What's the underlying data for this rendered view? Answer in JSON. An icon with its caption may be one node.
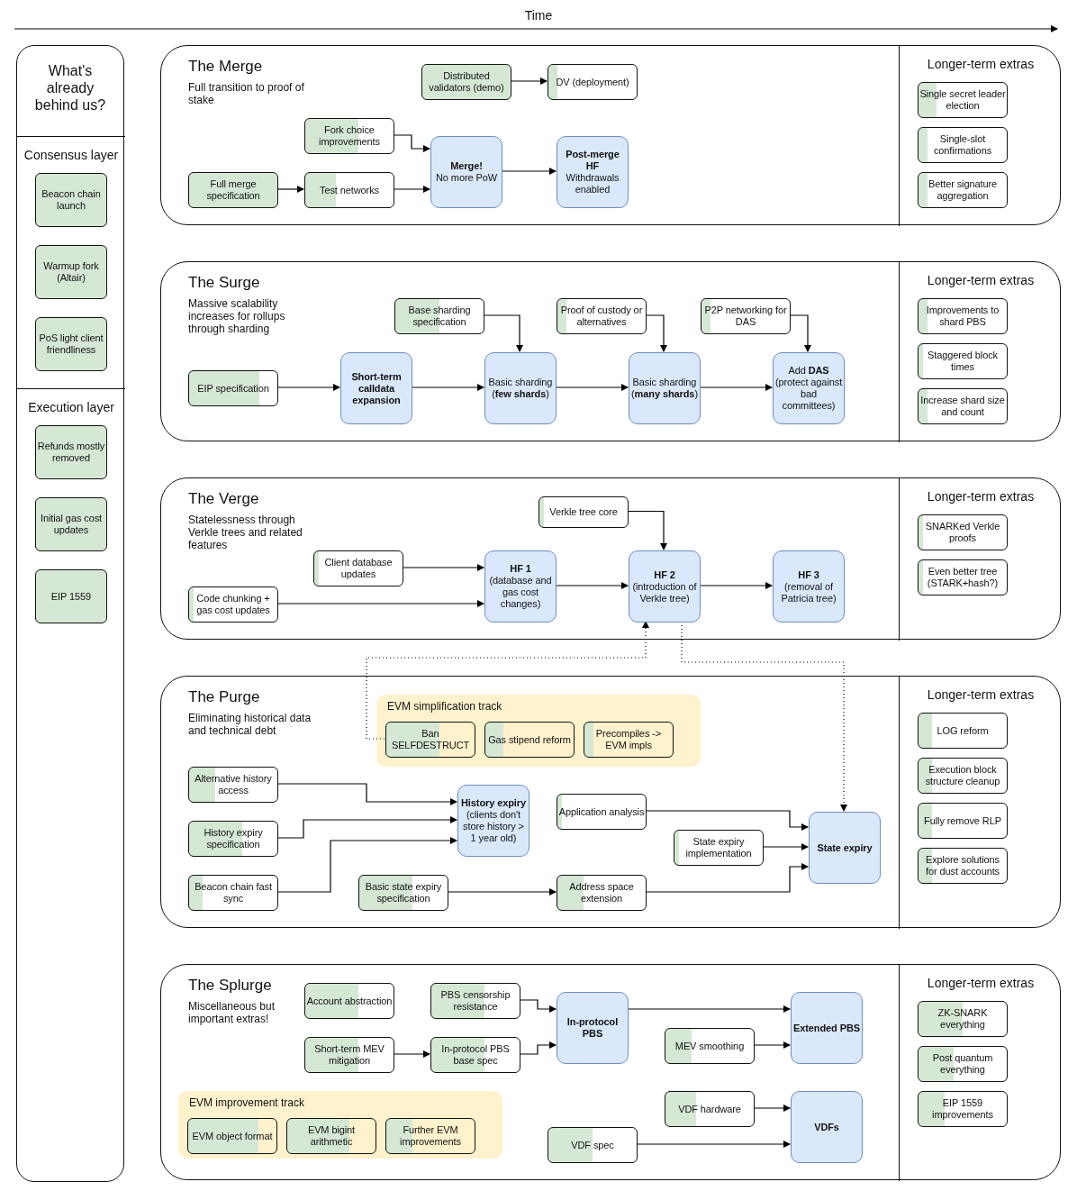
{
  "diagram": {
    "nodes": [
      {
        "text": [
          "What's already behind us?"
        ]
      },
      {
        "text": [
          "Consensus layer"
        ],
        "in": 0
      },
      {
        "text": [
          "Beacon chain launch"
        ],
        "in": 1
      },
      {
        "text": [
          "Warmup fork (Altair)"
        ],
        "in": 1
      },
      {
        "text": [
          "PoS light client friendliness"
        ],
        "in": 1
      },
      {
        "text": [
          "Execution layer"
        ],
        "in": 0
      },
      {
        "text": [
          "Refunds mostly removed"
        ],
        "in": 5
      },
      {
        "text": [
          "Initial gas cost updates"
        ],
        "in": 5
      },
      {
        "text": [
          "EIP 1559"
        ],
        "in": 5
      },
      {
        "text": [
          "The Merge",
          "Full transition to proof of stake"
        ]
      },
      {
        "text": [
          "Distributed validators (demo)"
        ],
        "in": 9
      },
      {
        "text": [
          "DV (deployment)"
        ],
        "in": 9
      },
      {
        "text": [
          "Fork choice improvements"
        ],
        "in": 9
      },
      {
        "text": [
          "Full merge specification"
        ],
        "in": 9
      },
      {
        "text": [
          "Test networks"
        ],
        "in": 9
      },
      {
        "text": [
          "Merge!",
          "No more PoW"
        ],
        "in": 9
      },
      {
        "text": [
          "Post-merge HF",
          "Withdrawals enabled"
        ],
        "in": 9
      },
      {
        "text": [
          "Longer-term extras"
        ],
        "in": 9
      },
      {
        "text": [
          "Single secret leader election"
        ],
        "in": 17
      },
      {
        "text": [
          "Single-slot confirmations"
        ],
        "in": 17
      },
      {
        "text": [
          "Better signature aggregation"
        ],
        "in": 17
      },
      {
        "text": [
          "The Surge",
          "Massive scalability increases for rollups through sharding"
        ]
      },
      {
        "text": [
          "Base sharding specification"
        ],
        "in": 21
      },
      {
        "text": [
          "Proof of custody or alternatives"
        ],
        "in": 21
      },
      {
        "text": [
          "P2P networking for DAS"
        ],
        "in": 21
      },
      {
        "text": [
          "EIP specification"
        ],
        "in": 21
      },
      {
        "text": [
          "Short-term calldata expansion"
        ],
        "in": 21
      },
      {
        "text": [
          "Basic sharding (**few shards**)"
        ],
        "in": 21
      },
      {
        "text": [
          "Basic sharding (**many shards**)"
        ],
        "in": 21
      },
      {
        "text": [
          "Add **DAS** (protect against bad committees)"
        ],
        "in": 21
      },
      {
        "text": [
          "Longer-term extras"
        ],
        "in": 21
      },
      {
        "text": [
          "Improvements to shard PBS"
        ],
        "in": 30
      },
      {
        "text": [
          "Staggered block times"
        ],
        "in": 30
      },
      {
        "text": [
          "Increase shard size and count"
        ],
        "in": 30
      },
      {
        "text": [
          "The Verge",
          "Statelessness through Verkle trees and related features"
        ]
      },
      {
        "text": [
          "Verkle tree core"
        ],
        "in": 34
      },
      {
        "text": [
          "Client database updates"
        ],
        "in": 34
      },
      {
        "text": [
          "Code chunking + gas cost updates"
        ],
        "in": 34
      },
      {
        "text": [
          "HF 1",
          "(database and gas cost changes)"
        ],
        "in": 34
      },
      {
        "text": [
          "HF 2",
          "(introduction of Verkle tree)"
        ],
        "in": 34
      },
      {
        "text": [
          "HF 3",
          "(removal of Patricia tree)"
        ],
        "in": 34
      },
      {
        "text": [
          "Longer-term extras"
        ],
        "in": 34
      },
      {
        "text": [
          "SNARKed Verkle proofs"
        ],
        "in": 41
      },
      {
        "text": [
          "Even better tree (STARK+hash?)"
        ],
        "in": 41
      },
      {
        "text": [
          "The Purge",
          "Eliminating historical data and technical debt"
        ]
      },
      {
        "text": [
          "EVM simplification track"
        ],
        "in": 44
      },
      {
        "text": [
          "Ban SELFDESTRUCT"
        ],
        "in": 45
      },
      {
        "text": [
          "Gas stipend reform"
        ],
        "in": 45
      },
      {
        "text": [
          "Precompiles -> EVM impls"
        ],
        "in": 45
      },
      {
        "text": [
          "Alternative history access"
        ],
        "in": 44
      },
      {
        "text": [
          "History expiry specification"
        ],
        "in": 44
      },
      {
        "text": [
          "Beacon chain fast sync"
        ],
        "in": 44
      },
      {
        "text": [
          "History expiry",
          "(clients don't store history > 1 year old)"
        ],
        "in": 44
      },
      {
        "text": [
          "Application analysis"
        ],
        "in": 44
      },
      {
        "text": [
          "State expiry implementation"
        ],
        "in": 44
      },
      {
        "text": [
          "Basic state expiry specification"
        ],
        "in": 44
      },
      {
        "text": [
          "Address space extension"
        ],
        "in": 44
      },
      {
        "text": [
          "State expiry"
        ],
        "in": 44
      },
      {
        "text": [
          "Longer-term extras"
        ],
        "in": 44
      },
      {
        "text": [
          "LOG reform"
        ],
        "in": 58
      },
      {
        "text": [
          "Execution block structure cleanup"
        ],
        "in": 58
      },
      {
        "text": [
          "Fully remove RLP"
        ],
        "in": 58
      },
      {
        "text": [
          "Explore solutions for dust accounts"
        ],
        "in": 58
      },
      {
        "text": [
          "The Splurge",
          "Miscellaneous but important extras!"
        ]
      },
      {
        "text": [
          "Account abstraction"
        ],
        "in": 63
      },
      {
        "text": [
          "PBS censorship resistance"
        ],
        "in": 63
      },
      {
        "text": [
          "In-protocol PBS"
        ],
        "in": 63
      },
      {
        "text": [
          "Short-term MEV mitigation"
        ],
        "in": 63
      },
      {
        "text": [
          "In-protocol PBS base spec"
        ],
        "in": 63
      },
      {
        "text": [
          "Extended PBS"
        ],
        "in": 63
      },
      {
        "text": [
          "MEV smoothing"
        ],
        "in": 63
      },
      {
        "text": [
          "VDF hardware"
        ],
        "in": 63
      },
      {
        "text": [
          "VDFs"
        ],
        "in": 63
      },
      {
        "text": [
          "EVM improvement track"
        ],
        "in": 63
      },
      {
        "text": [
          "EVM object format"
        ],
        "in": 73
      },
      {
        "text": [
          "EVM bigint arithmetic"
        ],
        "in": 73
      },
      {
        "text": [
          "Further EVM improvements"
        ],
        "in": 73
      },
      {
        "text": [
          "VDF spec"
        ],
        "in": 63
      },
      {
        "text": [
          "Longer-term extras"
        ],
        "in": 63
      },
      {
        "text": [
          "ZK-SNARK everything"
        ],
        "in": 78
      },
      {
        "text": [
          "Post quantum everything"
        ],
        "in": 78
      },
      {
        "text": [
          "EIP 1559 improvements"
        ],
        "in": 78
      }
    ],
    "edges": [
      {
        "from": 10,
        "to": 11,
        "arrow": "to"
      },
      {
        "from": 12,
        "to": 15,
        "arrow": "to"
      },
      {
        "from": 13,
        "to": 14,
        "arrow": "to"
      },
      {
        "from": 14,
        "to": 15,
        "arrow": "to"
      },
      {
        "from": 15,
        "to": 16,
        "arrow": "to"
      },
      {
        "from": 22,
        "to": 27,
        "arrow": "to"
      },
      {
        "from": 23,
        "to": 28,
        "arrow": "to"
      },
      {
        "from": 24,
        "to": 29,
        "arrow": "to"
      },
      {
        "from": 25,
        "to": 26,
        "arrow": "to"
      },
      {
        "from": 26,
        "to": 27,
        "arrow": "to"
      },
      {
        "from": 27,
        "to": 28,
        "arrow": "to"
      },
      {
        "from": 28,
        "to": 29,
        "arrow": "to"
      },
      {
        "from": 35,
        "to": 39,
        "arrow": "to"
      },
      {
        "from": 36,
        "to": 38,
        "arrow": "to"
      },
      {
        "from": 37,
        "to": 38,
        "arrow": "to"
      },
      {
        "from": 38,
        "to": 39,
        "arrow": "to"
      },
      {
        "from": 39,
        "to": 40,
        "arrow": "to"
      },
      {
        "from": 46,
        "to": 39,
        "arrow": "to",
        "style": "dashed"
      },
      {
        "from": 39,
        "to": 57,
        "arrow": "to",
        "style": "dashed"
      },
      {
        "from": 49,
        "to": 52,
        "arrow": "to"
      },
      {
        "from": 50,
        "to": 52,
        "arrow": "to"
      },
      {
        "from": 51,
        "to": 52,
        "arrow": "to"
      },
      {
        "from": 53,
        "to": 57,
        "arrow": "to"
      },
      {
        "from": 54,
        "to": 57,
        "arrow": "to"
      },
      {
        "from": 55,
        "to": 56,
        "arrow": "to"
      },
      {
        "from": 56,
        "to": 57,
        "arrow": "to"
      },
      {
        "from": 65,
        "to": 66,
        "arrow": "to"
      },
      {
        "from": 67,
        "to": 68,
        "arrow": "to"
      },
      {
        "from": 68,
        "to": 66,
        "arrow": "to"
      },
      {
        "from": 66,
        "to": 69,
        "arrow": "to"
      },
      {
        "from": 70,
        "to": 69,
        "arrow": "to"
      },
      {
        "from": 71,
        "to": 72,
        "arrow": "to"
      },
      {
        "from": 77,
        "to": 72,
        "arrow": "to"
      }
    ],
    "labels": [
      "Time"
    ]
  }
}
